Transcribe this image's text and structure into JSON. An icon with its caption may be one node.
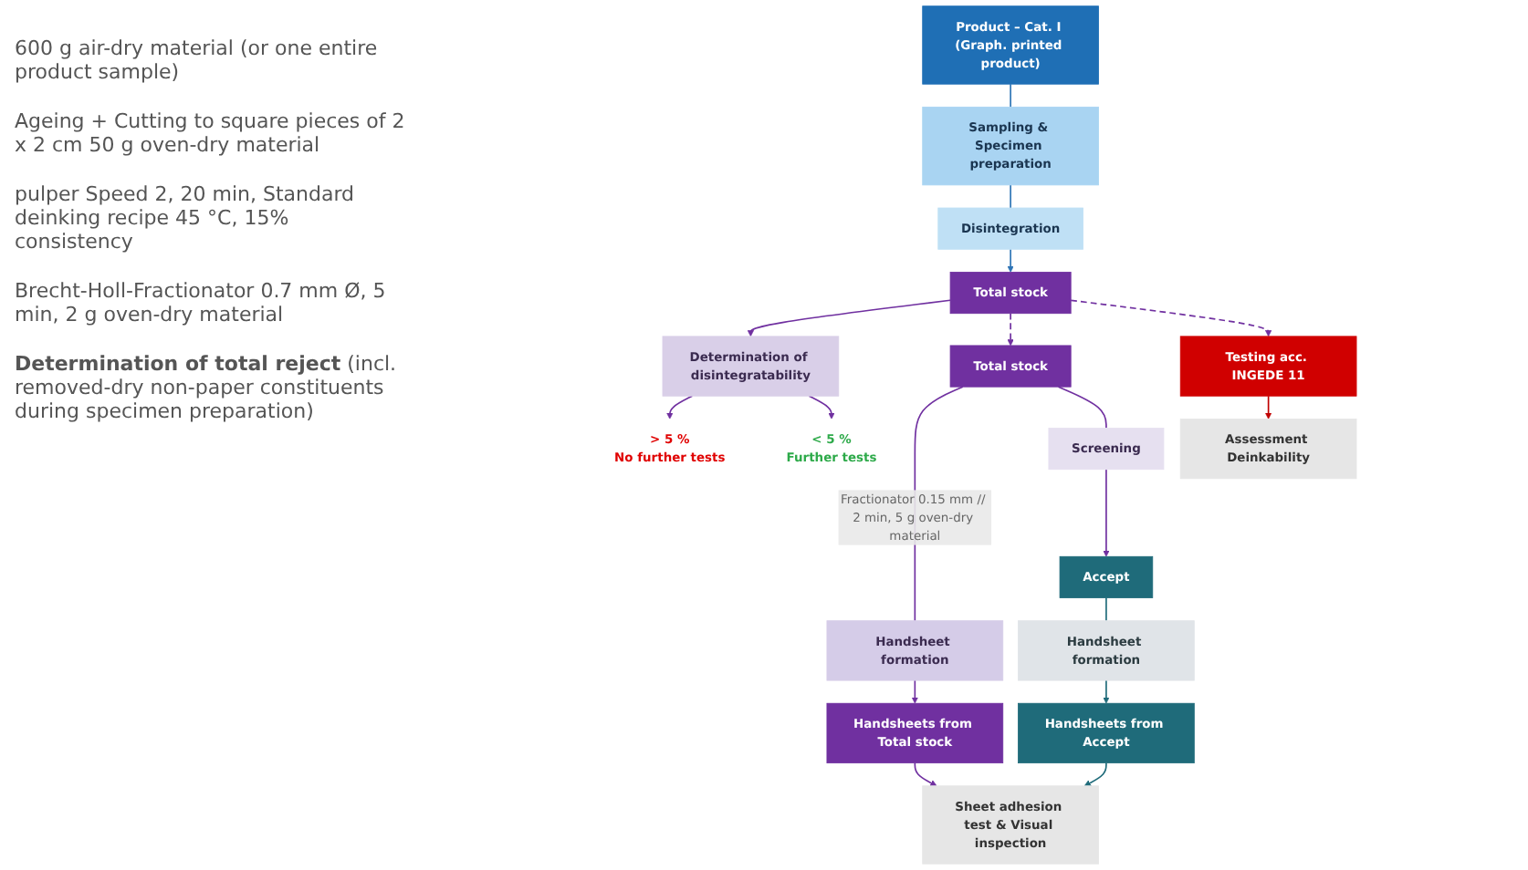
{
  "diagram": {
    "nodes": [
      {
        "text": [
          "Product – Cat. I (Graph. printed product)"
        ]
      },
      {
        "text": [
          "Sampling & Specimen preparation"
        ]
      },
      {
        "text": [
          "Disintegration"
        ]
      },
      {
        "text": [
          "Total stock"
        ]
      },
      {
        "text": [
          "Determination of disintegratability"
        ]
      },
      {
        "text": [
          "> 5 %",
          "No further tests"
        ]
      },
      {
        "text": [
          "< 5 %",
          "Further tests"
        ]
      },
      {
        "text": [
          "Total stock"
        ]
      },
      {
        "text": [
          "Screening"
        ]
      },
      {
        "text": [
          "Accept"
        ]
      },
      {
        "text": [
          "Handsheet formation"
        ]
      },
      {
        "text": [
          "Handsheet formation"
        ]
      },
      {
        "text": [
          "Testing acc. INGEDE 11"
        ]
      },
      {
        "text": [
          "Handsheets from Total stock"
        ]
      },
      {
        "text": [
          "Handsheets from Accept"
        ]
      },
      {
        "text": [
          "Assessment Deinkability"
        ]
      },
      {
        "text": [
          "Sheet adhesion test & Visual inspection"
        ]
      }
    ],
    "edges": [
      {
        "from": 0,
        "to": 1,
        "arrow": "none",
        "color": "#2e75b6"
      },
      {
        "from": 1,
        "to": 2,
        "arrow": "none",
        "color": "#2e75b6"
      },
      {
        "from": 2,
        "to": 3,
        "arrow": "to",
        "color": "#2e75b6"
      },
      {
        "from": 3,
        "to": 4,
        "arrow": "to"
      },
      {
        "from": 4,
        "to": 5,
        "arrow": "to"
      },
      {
        "from": 4,
        "to": 6,
        "arrow": "to"
      },
      {
        "from": 3,
        "to": 7,
        "arrow": "to",
        "style": "dashed"
      },
      {
        "from": 3,
        "to": 12,
        "arrow": "to",
        "style": "dashed"
      },
      {
        "from": 7,
        "to": 10,
        "arrow": "none",
        "label": "Fractionator 0.15 mm // 2 min, 5 g oven-dry material"
      },
      {
        "from": 7,
        "to": 8,
        "arrow": "none"
      },
      {
        "from": 8,
        "to": 9,
        "arrow": "to"
      },
      {
        "from": 9,
        "to": 11,
        "arrow": "none",
        "color": "#1f6b7a"
      },
      {
        "from": 10,
        "to": 13,
        "arrow": "to"
      },
      {
        "from": 11,
        "to": 14,
        "arrow": "to",
        "color": "#1f6b7a"
      },
      {
        "from": 12,
        "to": 15,
        "arrow": "to",
        "color": "#c00000"
      },
      {
        "from": 13,
        "to": 16,
        "arrow": "to"
      },
      {
        "from": 14,
        "to": 16,
        "arrow": "to",
        "color": "#1f6b7a"
      }
    ],
    "labels": [
      "600 g air-dry material (or one entire product sample)",
      "Ageing + Cutting to square pieces of 2 x 2 cm 50 g oven-dry material",
      "pulper Speed 2, 20 min, Standard deinking recipe 45 °C, 15% consistency",
      "Brecht-Holl-Fractionator 0.7 mm Ø, 5 min, 2 g oven-dry material",
      "**Determination of total reject** (incl. removed-dry non-paper constituents during specimen preparation)"
    ]
  }
}
